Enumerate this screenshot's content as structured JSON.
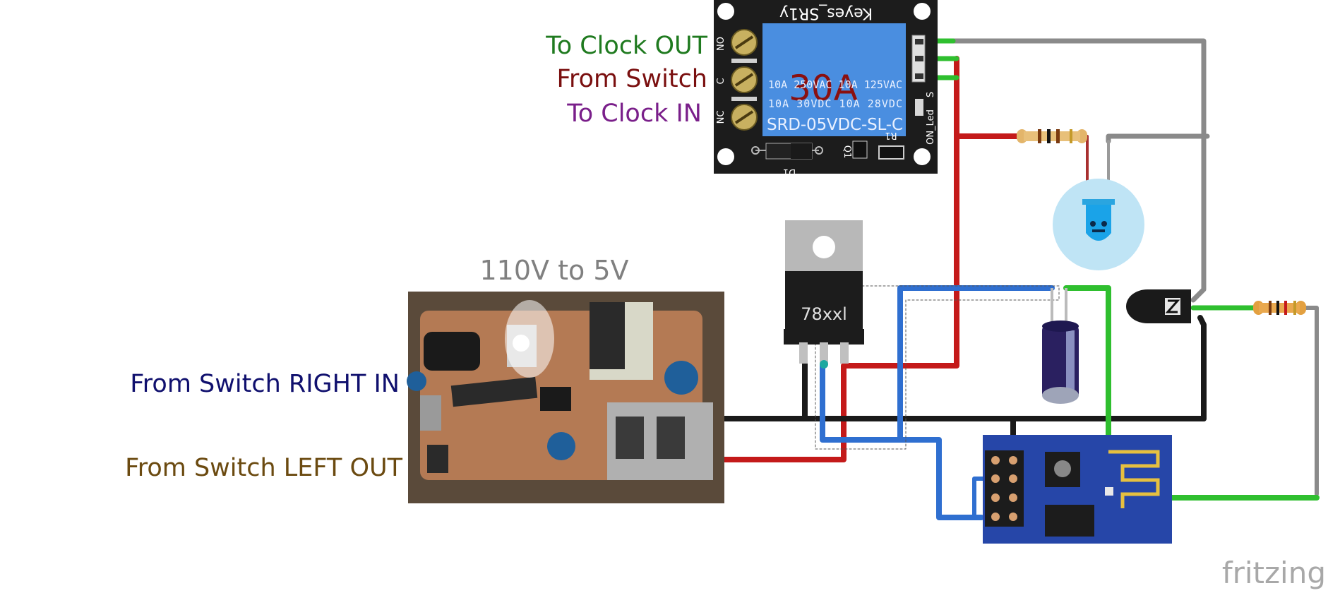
{
  "labels": {
    "to_clock_out": "To Clock OUT",
    "from_switch": "From Switch",
    "to_clock_in": "To Clock IN",
    "converter_title": "110V to 5V",
    "from_switch_right_in": "From Switch RIGHT IN",
    "from_switch_left_out": "From Switch LEFT OUT",
    "watermark": "fritzing"
  },
  "relay_module": {
    "name": "Keyes_SR1y",
    "rating_big": "30A",
    "spec_line1": "10A 250VAC 10A 125VAC",
    "spec_line2": "10A 30VDC 10A 28VDC",
    "model": "SRD-05VDC-SL-C",
    "pin_no": "NO",
    "pin_c": "C",
    "pin_nc": "NC",
    "silk_d1": "D1",
    "silk_q1": "Q1",
    "silk_r1": "R1",
    "silk_on_led": "ON_Led",
    "silk_s": "S"
  },
  "regulator": {
    "label": "78xxl"
  },
  "colors": {
    "to_clock_out": "#1f7a1f",
    "from_switch": "#7a0f0f",
    "to_clock_in": "#7a1f8a",
    "converter_title": "#808080",
    "from_switch_right_in": "#10106e",
    "from_switch_left_out": "#6b4a10",
    "wire_red": "#c41a1a",
    "wire_black": "#1a1a1a",
    "wire_gray": "#8a8a8a",
    "wire_blue": "#2f6fd0",
    "wire_green": "#2fbf2f",
    "relay_board": "#1c1c1c",
    "relay_body": "#4a8ee0",
    "esp_board": "#2646a8",
    "led_glow": "#bfe4f5"
  }
}
